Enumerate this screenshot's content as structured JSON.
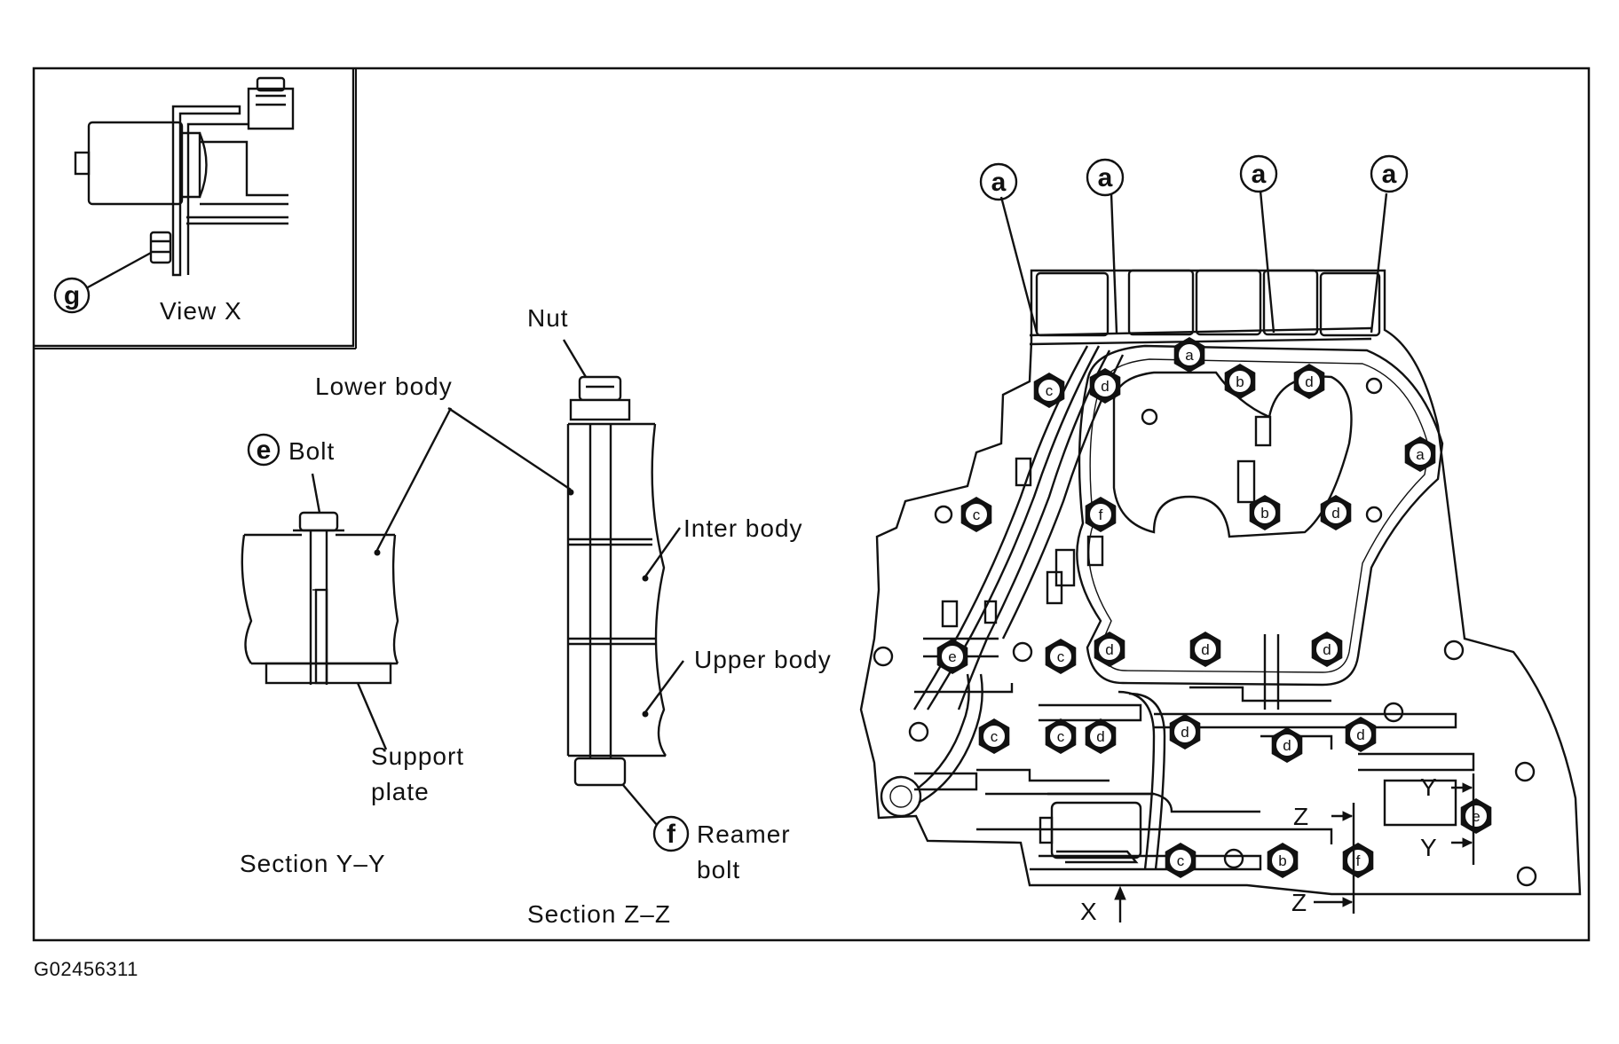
{
  "figure_code": "G02456311",
  "inset": {
    "view_label": "View X",
    "callout": "g"
  },
  "section_yy": {
    "title": "Section Y–Y",
    "bolt_callout": "e",
    "bolt_label": "Bolt",
    "lower_body_label": "Lower body",
    "support_plate_label_1": "Support",
    "support_plate_label_2": "plate"
  },
  "section_zz": {
    "title": "Section Z–Z",
    "nut_label": "Nut",
    "inter_body_label": "Inter body",
    "upper_body_label": "Upper body",
    "reamer_callout": "f",
    "reamer_label_1": "Reamer",
    "reamer_label_2": "bolt"
  },
  "valve_body": {
    "top_callouts": [
      "a",
      "a",
      "a",
      "a"
    ],
    "bolt_letters": [
      "a",
      "b",
      "d",
      "c",
      "d",
      "a",
      "f",
      "b",
      "d",
      "c",
      "e",
      "c",
      "d",
      "d",
      "d",
      "c",
      "c",
      "d",
      "d",
      "d",
      "d",
      "e",
      "c",
      "b",
      "f"
    ],
    "section_marks": {
      "y_upper": "Y",
      "y_lower": "Y",
      "z_upper": "Z",
      "z_lower": "Z",
      "view_arrow": "X"
    }
  }
}
